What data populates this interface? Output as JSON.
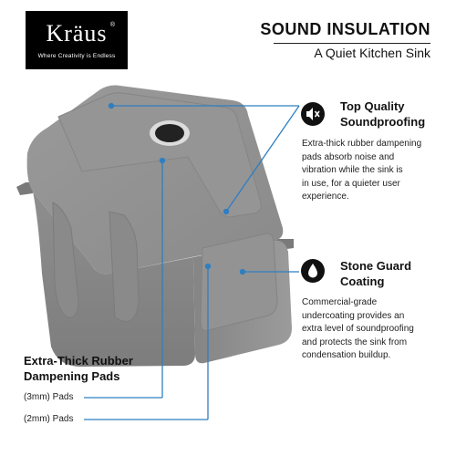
{
  "brand": {
    "name": "Kräus",
    "registered": "®",
    "tagline": "Where Creativity is Endless"
  },
  "header": {
    "title": "SOUND INSULATION",
    "subtitle": "A Quiet Kitchen Sink"
  },
  "features": [
    {
      "icon": "speaker-mute-icon",
      "title_line1": "Top Quality",
      "title_line2": "Soundproofing",
      "desc_lines": [
        "Extra-thick rubber dampening",
        "pads absorb noise and",
        "vibration while the sink is",
        "in use, for a quieter user",
        "experience."
      ]
    },
    {
      "icon": "water-drop-icon",
      "title_line1": "Stone Guard",
      "title_line2": "Coating",
      "desc_lines": [
        "Commercial-grade",
        "undercoating provides an",
        "extra level of soundproofing",
        "and protects the sink from",
        "condensation buildup."
      ]
    }
  ],
  "pads": {
    "title_line1": "Extra-Thick Rubber",
    "title_line2": "Dampening Pads",
    "labels": [
      "(3mm) Pads",
      "(2mm) Pads"
    ]
  },
  "colors": {
    "background": "#ffffff",
    "sink_body": "#8d8d8d",
    "callout_line": "#2f7fc1",
    "text": "#111111"
  }
}
